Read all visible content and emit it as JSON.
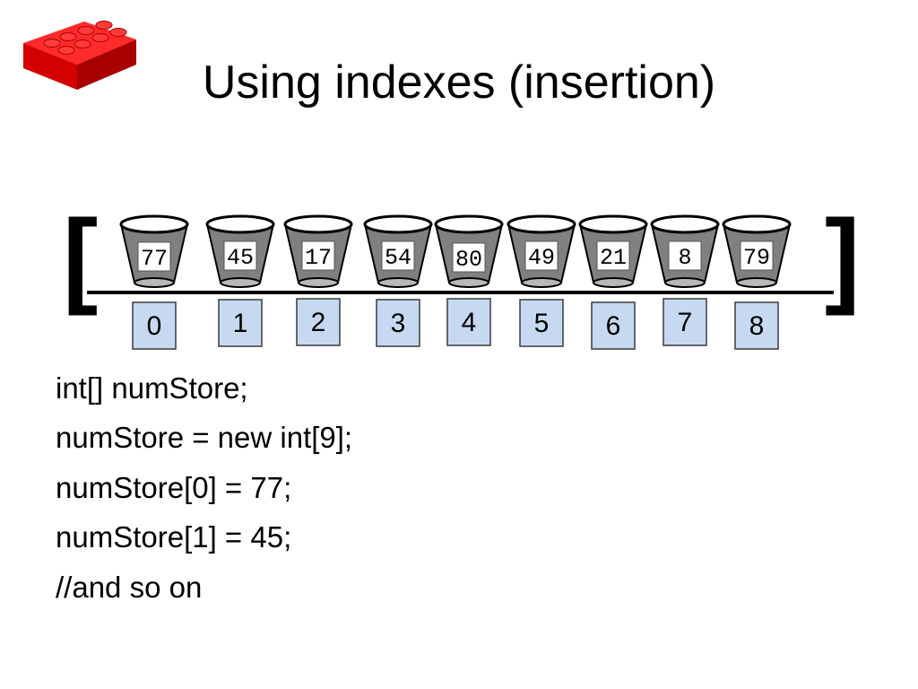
{
  "slide": {
    "title": "Using indexes (insertion)",
    "accent_color": "#e00000",
    "index_box_color": "#c6d9f1"
  },
  "logo": {
    "icon": "lego-brick-icon"
  },
  "array": {
    "open_bracket": "[",
    "close_bracket": "]",
    "cells": [
      {
        "value": "77",
        "index": "0"
      },
      {
        "value": "45",
        "index": "1"
      },
      {
        "value": "17",
        "index": "2"
      },
      {
        "value": "54",
        "index": "3"
      },
      {
        "value": "80",
        "index": "4"
      },
      {
        "value": "49",
        "index": "5"
      },
      {
        "value": "21",
        "index": "6"
      },
      {
        "value": "8",
        "index": "7"
      },
      {
        "value": "79",
        "index": "8"
      }
    ]
  },
  "code": [
    "int[] numStore;",
    "numStore = new int[9];",
    "numStore[0] = 77;",
    "numStore[1] = 45;",
    "//and so on"
  ]
}
